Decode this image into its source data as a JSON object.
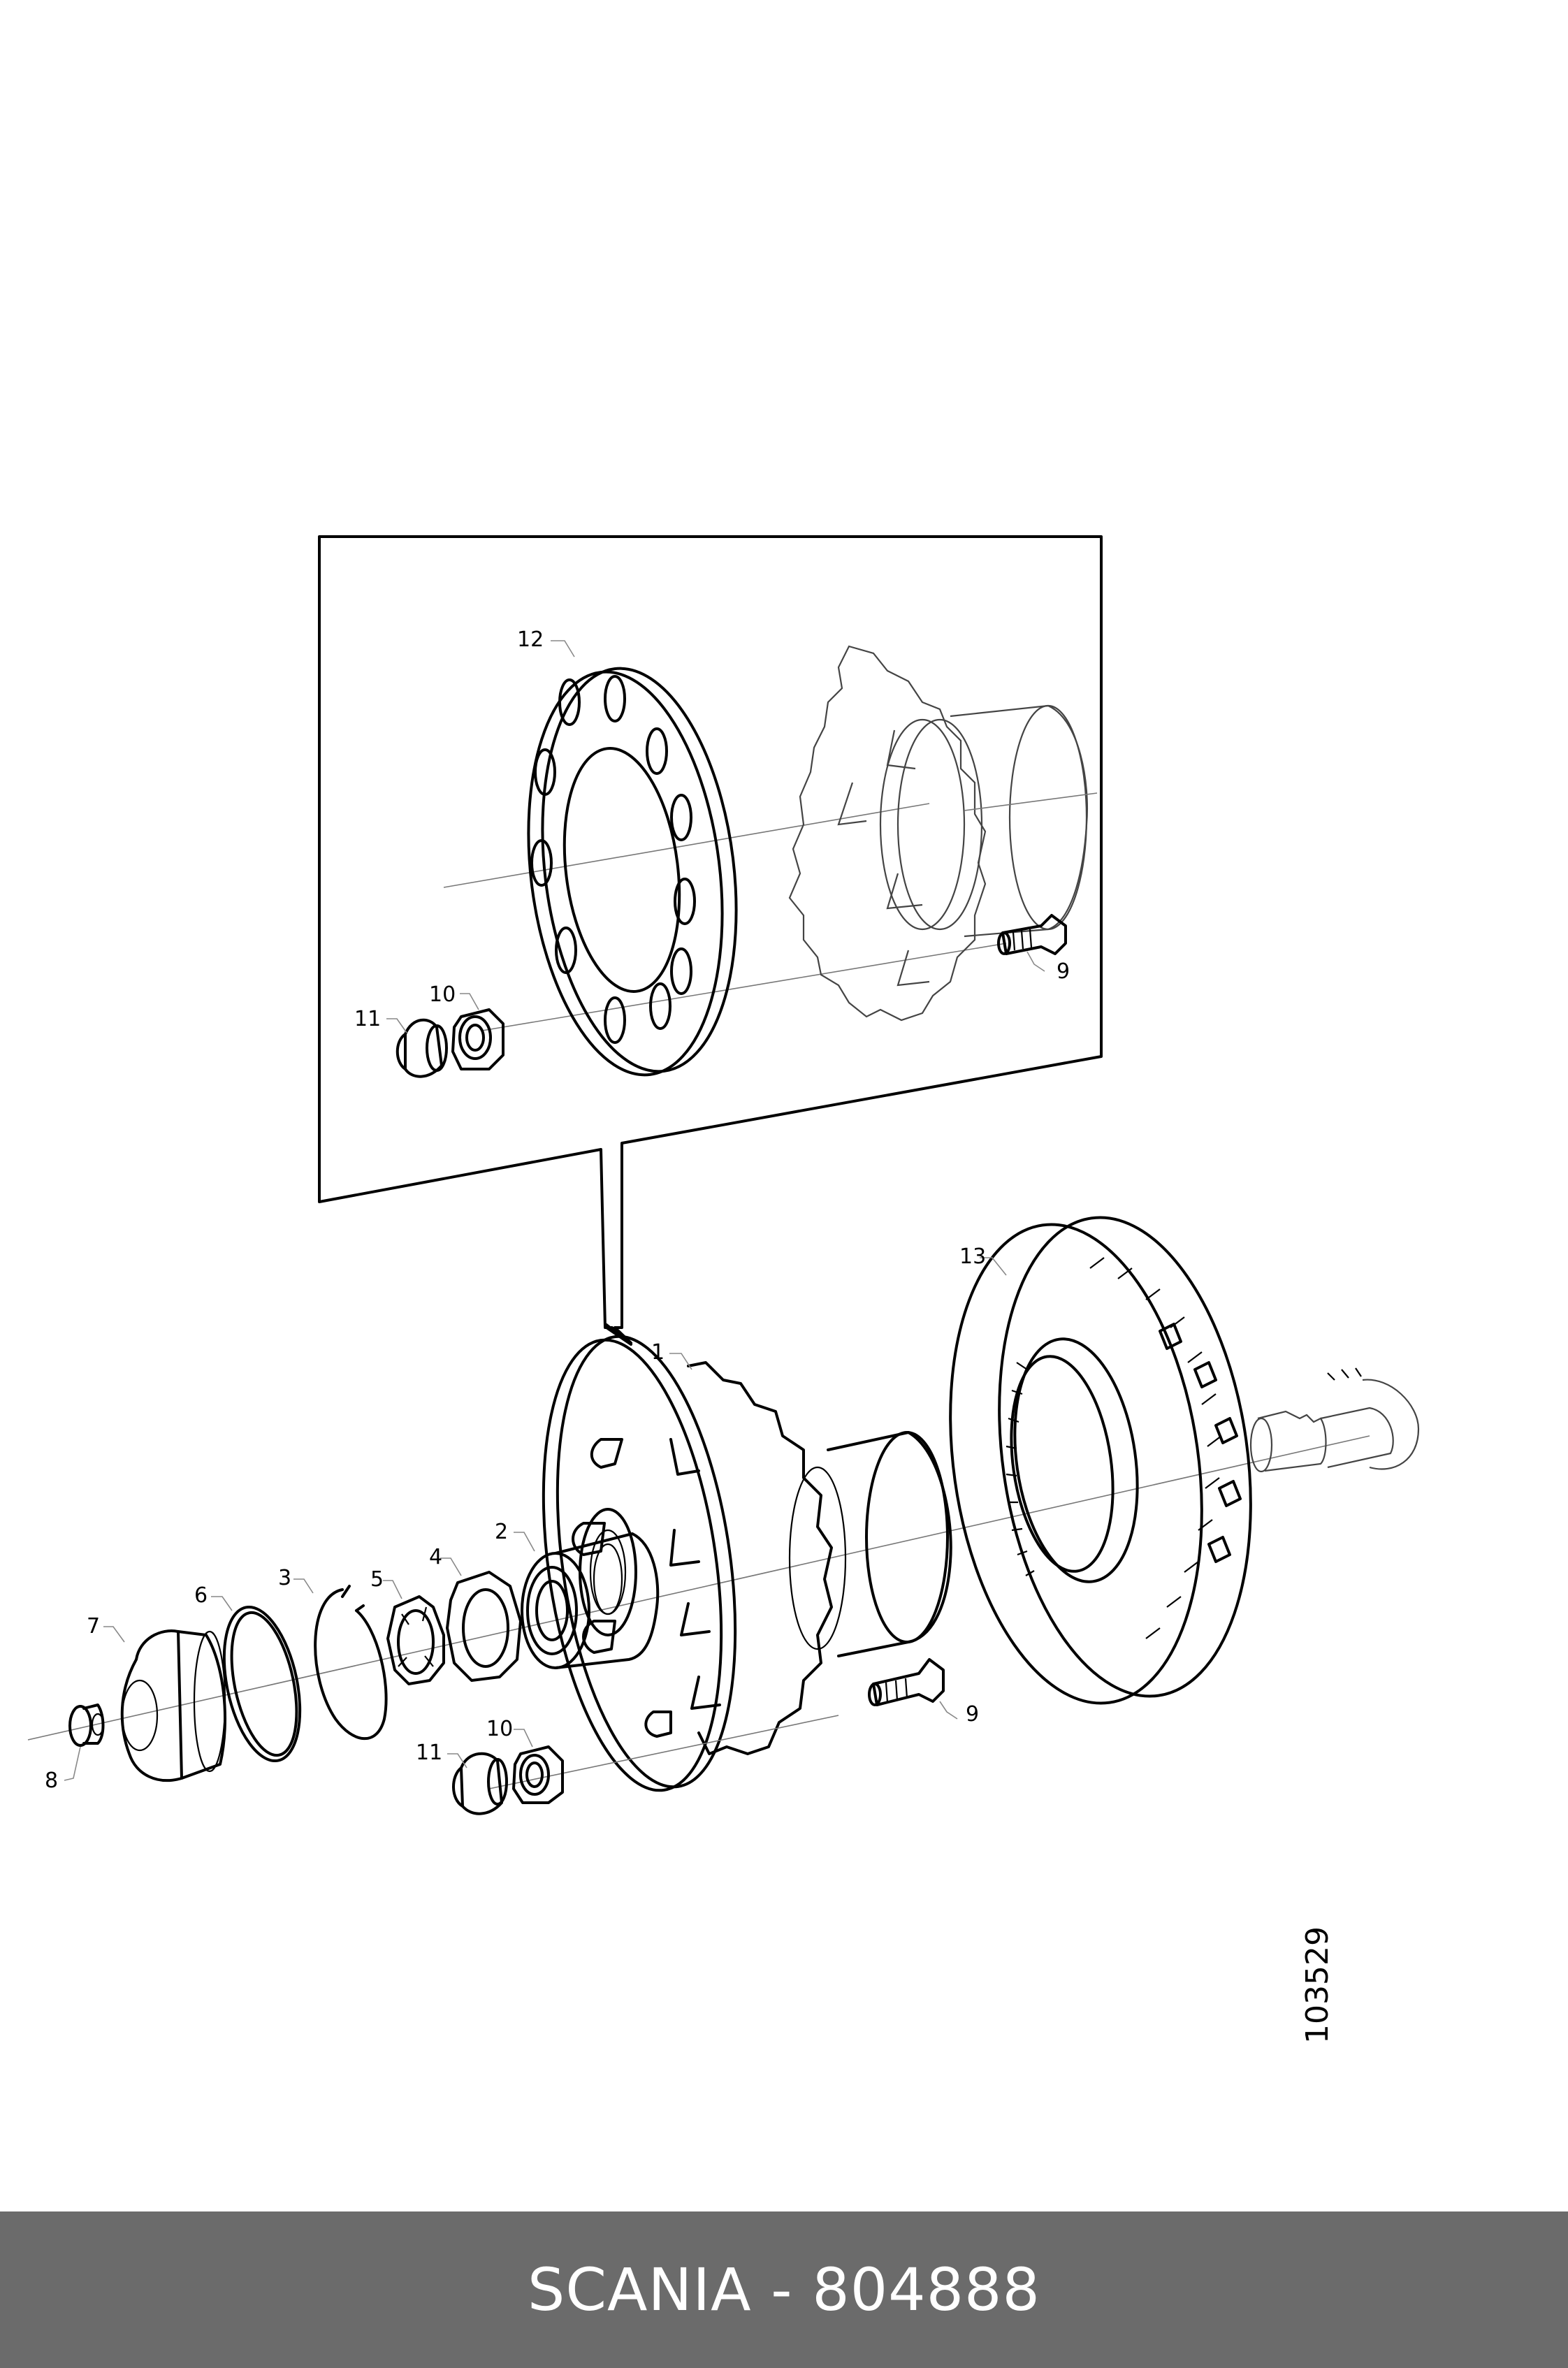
{
  "diagram": {
    "part_labels": {
      "p1": "1",
      "p2": "2",
      "p3": "3",
      "p4": "4",
      "p5": "5",
      "p6": "6",
      "p7": "7",
      "p8": "8",
      "p9": "9",
      "p9b": "9",
      "p10": "10",
      "p10b": "10",
      "p11": "11",
      "p11b": "11",
      "p12": "12",
      "p13": "13"
    },
    "drawing_number": "103529"
  },
  "footer": {
    "text": "SCANIA - 804888"
  },
  "colors": {
    "footer_bg": "#6b6b6b",
    "footer_text": "#ffffff",
    "line": "#000000"
  }
}
